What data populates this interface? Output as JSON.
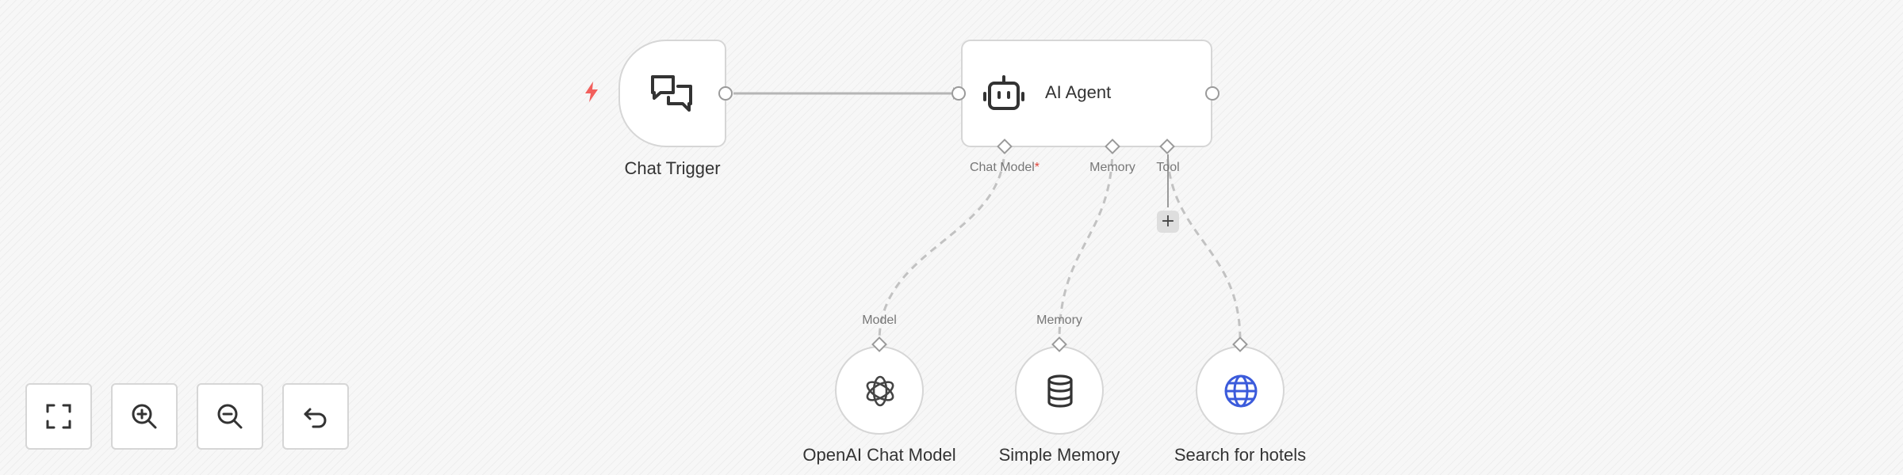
{
  "nodes": {
    "chat_trigger": {
      "title": "Chat Trigger"
    },
    "ai_agent": {
      "title": "AI Agent",
      "ports": {
        "chat_model": "Chat Model",
        "required_marker": "*",
        "memory": "Memory",
        "tool": "Tool"
      }
    },
    "openai_chat_model": {
      "title": "OpenAI Chat Model",
      "port_label": "Model"
    },
    "simple_memory": {
      "title": "Simple Memory",
      "port_label": "Memory"
    },
    "search_for_hotels": {
      "title": "Search for hotels"
    }
  },
  "add_tool_button": {
    "label": "+"
  },
  "colors": {
    "trigger_bolt": "#f25f5c",
    "tool_globe": "#3b5bdb",
    "edge": "#b5b5b5",
    "border": "#d6d6d6"
  },
  "icons": {
    "chat_trigger": "chat-bubbles-icon",
    "ai_agent": "robot-icon",
    "openai_chat_model": "openai-logo-icon",
    "simple_memory": "database-icon",
    "search_for_hotels": "globe-icon",
    "trigger_marker": "lightning-bolt-icon"
  },
  "controls": [
    {
      "name": "fit-view",
      "icon": "fullscreen-icon"
    },
    {
      "name": "zoom-in",
      "icon": "zoom-in-icon"
    },
    {
      "name": "zoom-out",
      "icon": "zoom-out-icon"
    },
    {
      "name": "reset",
      "icon": "undo-icon"
    }
  ]
}
